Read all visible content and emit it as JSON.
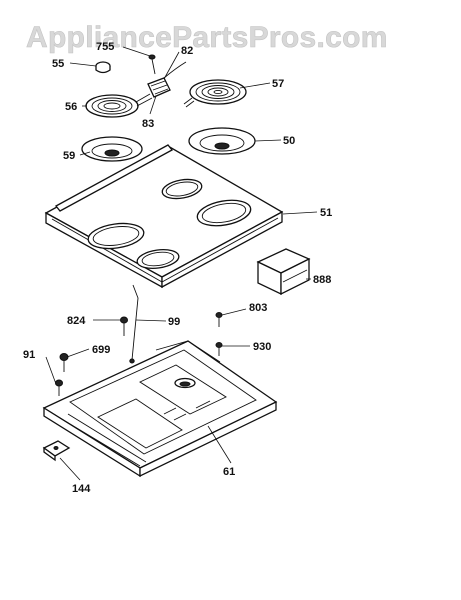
{
  "watermark": "AppliancePartsPros.com",
  "callouts": {
    "c755": "755",
    "c82": "82",
    "c55": "55",
    "c57": "57",
    "c56": "56",
    "c83": "83",
    "c59": "59",
    "c50": "50",
    "c51": "51",
    "c888": "888",
    "c824": "824",
    "c99": "99",
    "c803": "803",
    "c91": "91",
    "c699": "699",
    "c930": "930",
    "c61": "61",
    "c144": "144"
  }
}
